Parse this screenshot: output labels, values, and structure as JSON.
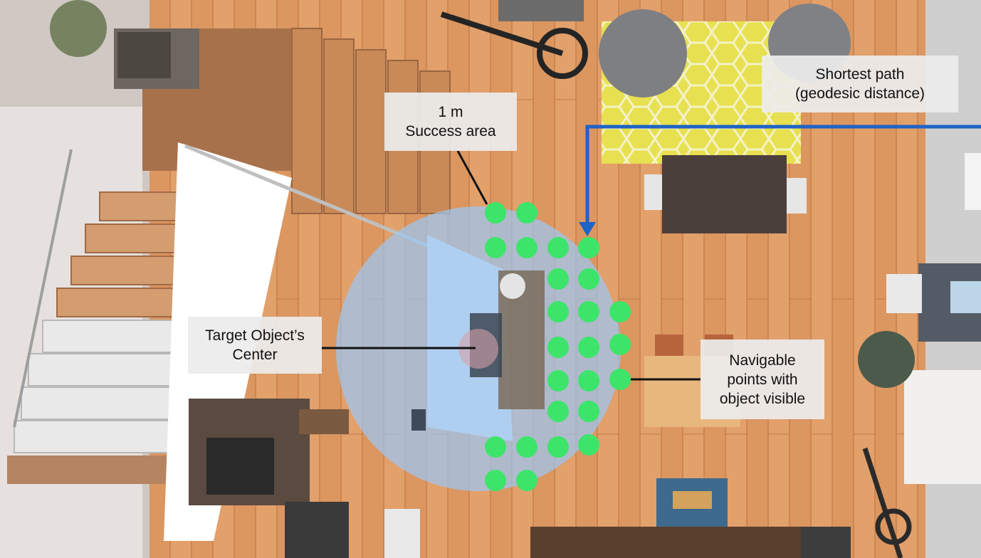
{
  "labels": {
    "shortest_path": "Shortest path\n(geodesic distance)",
    "success_area": "1 m\nSuccess area",
    "target_center": "Target Object’s\nCenter",
    "navigable_points": "Navigable\npoints with\nobject visible"
  },
  "colors": {
    "path_arrow": "#1f63c6",
    "success_circle": "#9cc6f2",
    "navigable_point": "#3de46a",
    "floor": "#d9935b",
    "label_bg": "#ececec"
  }
}
